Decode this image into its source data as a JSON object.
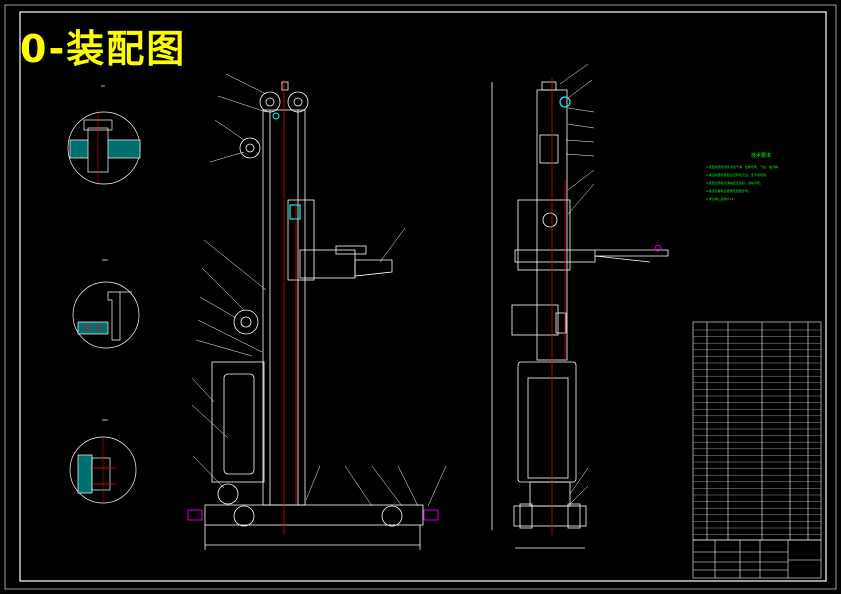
{
  "drawing": {
    "title": "0-装配图",
    "title_color": "#ffff00",
    "line_color": "#ffffff",
    "centerline_color": "#ff0000",
    "highlight_color": "#00ffff",
    "notes_color": "#00ff00",
    "accent_color": "#ff00ff"
  },
  "technical_notes": {
    "title": "技术要求",
    "lines": [
      "1.装配前所有零件清洗干净，去除毛刺、飞边、油污等。",
      "2.各运动部件装配后应转动灵活，无卡滞现象。",
      "3.装配后导轨与滑块配合良好，运动平稳。",
      "4.各连接螺栓应按规定扭矩拧紧。",
      "5.未注明公差按IT14。"
    ]
  }
}
